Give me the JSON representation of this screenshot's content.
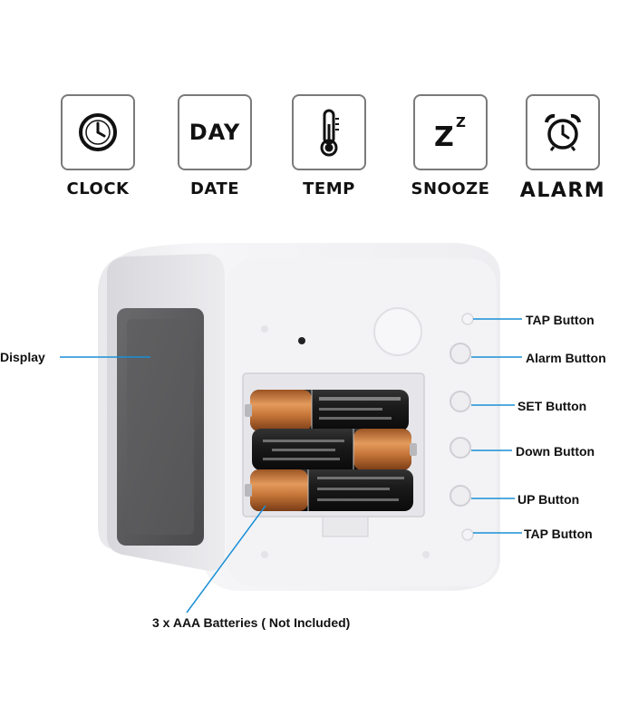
{
  "features": [
    {
      "label": "CLOCK",
      "icon": "clock-icon"
    },
    {
      "label": "DAY",
      "caption": "DATE",
      "icon": "day-text-icon"
    },
    {
      "label": "TEMP",
      "icon": "thermometer-icon"
    },
    {
      "label": "Z",
      "label_small": "Z",
      "caption": "SNOOZE",
      "icon": "snooze-icon"
    },
    {
      "label": "ALARM",
      "icon": "alarm-clock-icon"
    }
  ],
  "callouts": {
    "display": "Display",
    "tap_top": "TAP Button",
    "alarm": "Alarm Button",
    "set": "SET Button",
    "down": "Down Button",
    "up": "UP Button",
    "tap_bottom": "TAP Button",
    "batteries": "3 x AAA Batteries ( Not Included)"
  },
  "colors": {
    "callout_line": "#1a8fd6",
    "battery_copper": "#c8773a",
    "battery_black": "#1b1b1b"
  }
}
